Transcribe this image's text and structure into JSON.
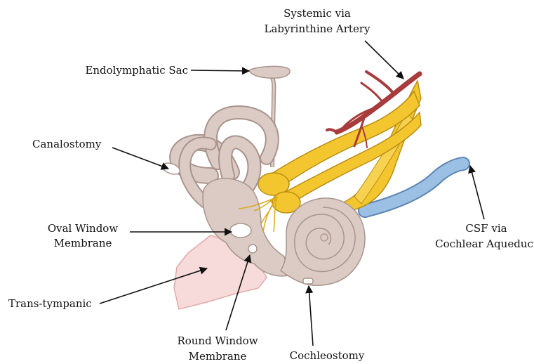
{
  "labels": {
    "systemic_line1": "Systemic via",
    "systemic_line2": "Labyrinthine Artery",
    "endolymphatic_sac": "Endolymphatic Sac",
    "canalostomy": "Canalostomy",
    "oval_window_line1": "Oval Window",
    "oval_window_line2": "Membrane",
    "trans_tympanic": "Trans-tympanic",
    "round_window_line1": "Round Window",
    "round_window_line2": "Membrane",
    "cochleostomy": "Cochleostomy",
    "csf_line1": "CSF via",
    "csf_line2": "Cochlear Aqueduct"
  },
  "colors": {
    "bone": "#dccbc4",
    "bone_stroke": "#a8948c",
    "nerve": "#f3c630",
    "nerve_stroke": "#b98e12",
    "artery": "#a83b3b",
    "csf": "#8fb4dc",
    "membrane": "#f7dada",
    "membrane_stroke": "#e3a9a9",
    "window": "#ffffff",
    "arrow": "#111111"
  }
}
